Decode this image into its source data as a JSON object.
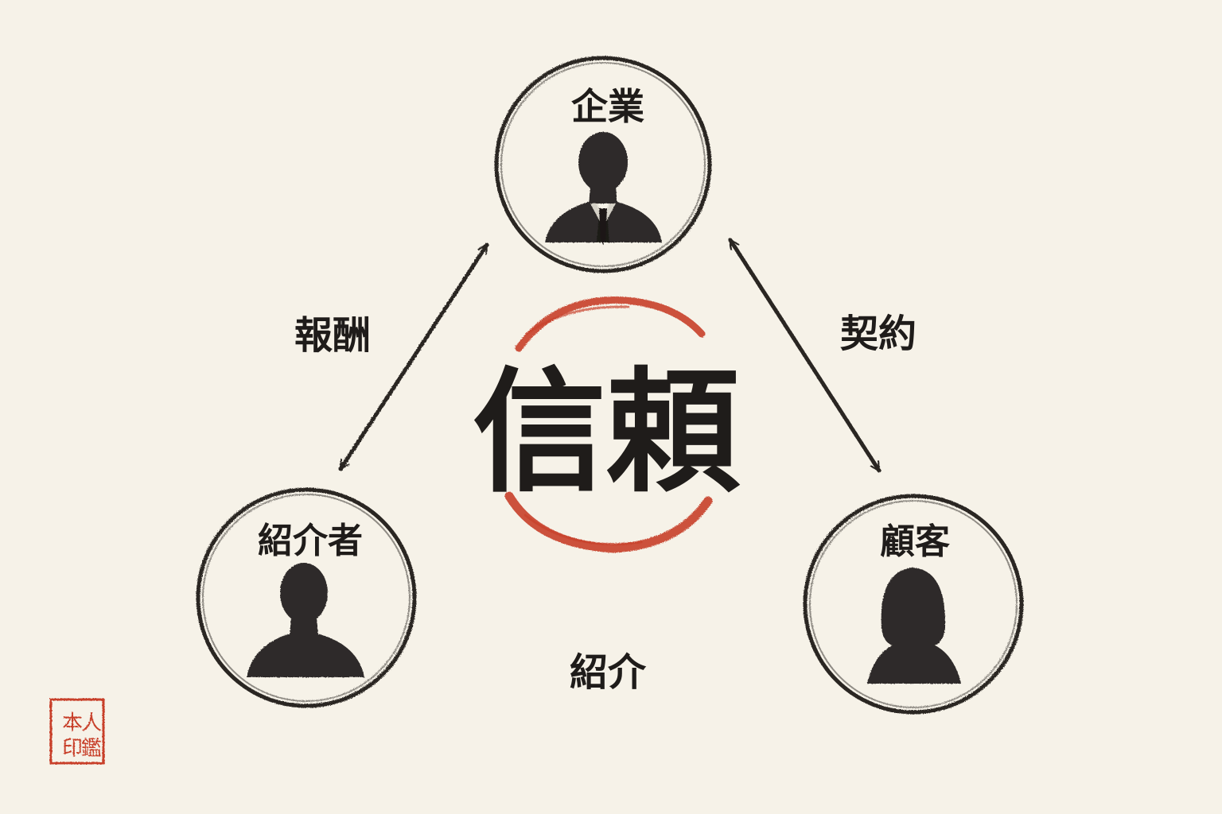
{
  "center": {
    "label": "信頼",
    "ring_color": "#c8402c"
  },
  "nodes": {
    "company": {
      "label": "企業"
    },
    "introducer": {
      "label": "紹介者"
    },
    "customer": {
      "label": "顧客"
    }
  },
  "edges": {
    "company_introducer": {
      "label": "報酬"
    },
    "company_customer": {
      "label": "契約"
    },
    "introducer_customer": {
      "label": "紹介"
    }
  },
  "seal": {
    "text": "本人印鑑",
    "color": "#c8402c"
  },
  "colors": {
    "ink": "#2a2624",
    "paper": "#f6f2e8",
    "accent": "#c8402c"
  }
}
